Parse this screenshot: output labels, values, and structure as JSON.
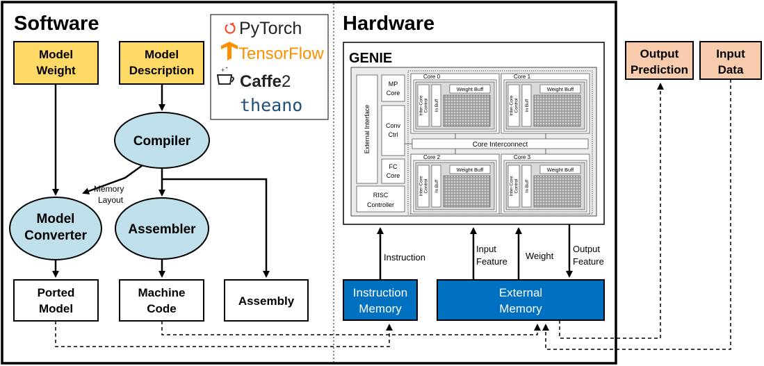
{
  "sections": {
    "software": "Software",
    "hardware": "Hardware"
  },
  "frameworks": {
    "pytorch": "PyTorch",
    "tensorflow": "TensorFlow",
    "caffe2_a": "Caffe",
    "caffe2_b": "2",
    "theano": "theano",
    "colors": {
      "pytorch": "#ee4c2c",
      "tensorflow": "#ff8f00",
      "caffe": "#222222",
      "theano": "#1f4e79"
    }
  },
  "software": {
    "model_weight": [
      "Model",
      "Weight"
    ],
    "model_description": [
      "Model",
      "Description"
    ],
    "compiler": "Compiler",
    "model_converter": [
      "Model",
      "Converter"
    ],
    "assembler": "Assembler",
    "memory_layout": [
      "Memory",
      "Layout"
    ],
    "ported_model": [
      "Ported",
      "Model"
    ],
    "machine_code": [
      "Machine",
      "Code"
    ],
    "assembly": "Assembly"
  },
  "hardware": {
    "genie": "GENIE",
    "external_interface": "External Interface",
    "mp_core": [
      "MP",
      "Core"
    ],
    "conv_ctrl": [
      "Conv",
      "Ctrl"
    ],
    "fc_core": [
      "FC",
      "Core"
    ],
    "risc_controller": [
      "RISC",
      "Controller"
    ],
    "core_interconnect": "Core Interconnect",
    "cores": [
      {
        "name": "Core 0",
        "weight_buff": "Weight Buff",
        "in_buff": "In Buff",
        "inter_core": [
          "Inter-Core",
          "Control"
        ]
      },
      {
        "name": "Core 1",
        "weight_buff": "Weight Buff",
        "in_buff": "In Buff",
        "inter_core": [
          "Inter-Core",
          "Control"
        ]
      },
      {
        "name": "Core 2",
        "weight_buff": "Weight Buff",
        "in_buff": "In Buff",
        "inter_core": [
          "Inter-Core",
          "Control"
        ]
      },
      {
        "name": "Core 3",
        "weight_buff": "Weight Buff",
        "in_buff": "In Buff",
        "inter_core": [
          "Inter-Core",
          "Control"
        ]
      }
    ],
    "instruction": "Instruction",
    "input_feature": [
      "Input",
      "Feature"
    ],
    "weight": "Weight",
    "output_feature": [
      "Output",
      "Feature"
    ],
    "instruction_memory": [
      "Instruction",
      "Memory"
    ],
    "external_memory": [
      "External",
      "Memory"
    ]
  },
  "outside": {
    "output_prediction": [
      "Output",
      "Prediction"
    ],
    "input_data": [
      "Input",
      "Data"
    ]
  },
  "colors": {
    "yellow": "#ffd966",
    "light_blue": "#bfe0ea",
    "dark_blue": "#0070c0",
    "peach": "#f8cbad",
    "core_grey": "#d9d9d9"
  }
}
